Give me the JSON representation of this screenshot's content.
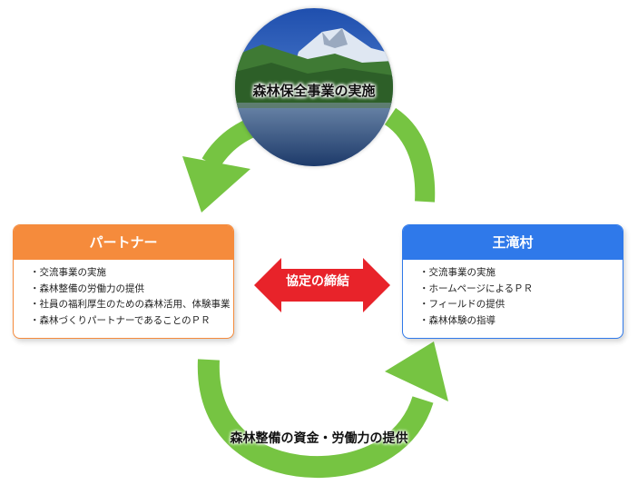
{
  "center": {
    "label": "森林保全事業の実施"
  },
  "partner": {
    "title": "パートナー",
    "items": [
      "交流事業の実施",
      "森林整備の労働力の提供",
      "社員の福利厚生のための森林活用、体験事業",
      "森林づくりパートナーであることのＰＲ"
    ]
  },
  "village": {
    "title": "王滝村",
    "items": [
      "交流事業の実施",
      "ホームページによるＰＲ",
      "フィールドの提供",
      "森林体験の指導"
    ]
  },
  "agreement": {
    "label": "協定の締結"
  },
  "bottom": {
    "label": "森林整備の資金・労働力の提供"
  },
  "colors": {
    "arrow_green": "#76c442",
    "agreement_red": "#e8232a",
    "partner_orange": "#f58b3c",
    "village_blue": "#2f79ea"
  }
}
